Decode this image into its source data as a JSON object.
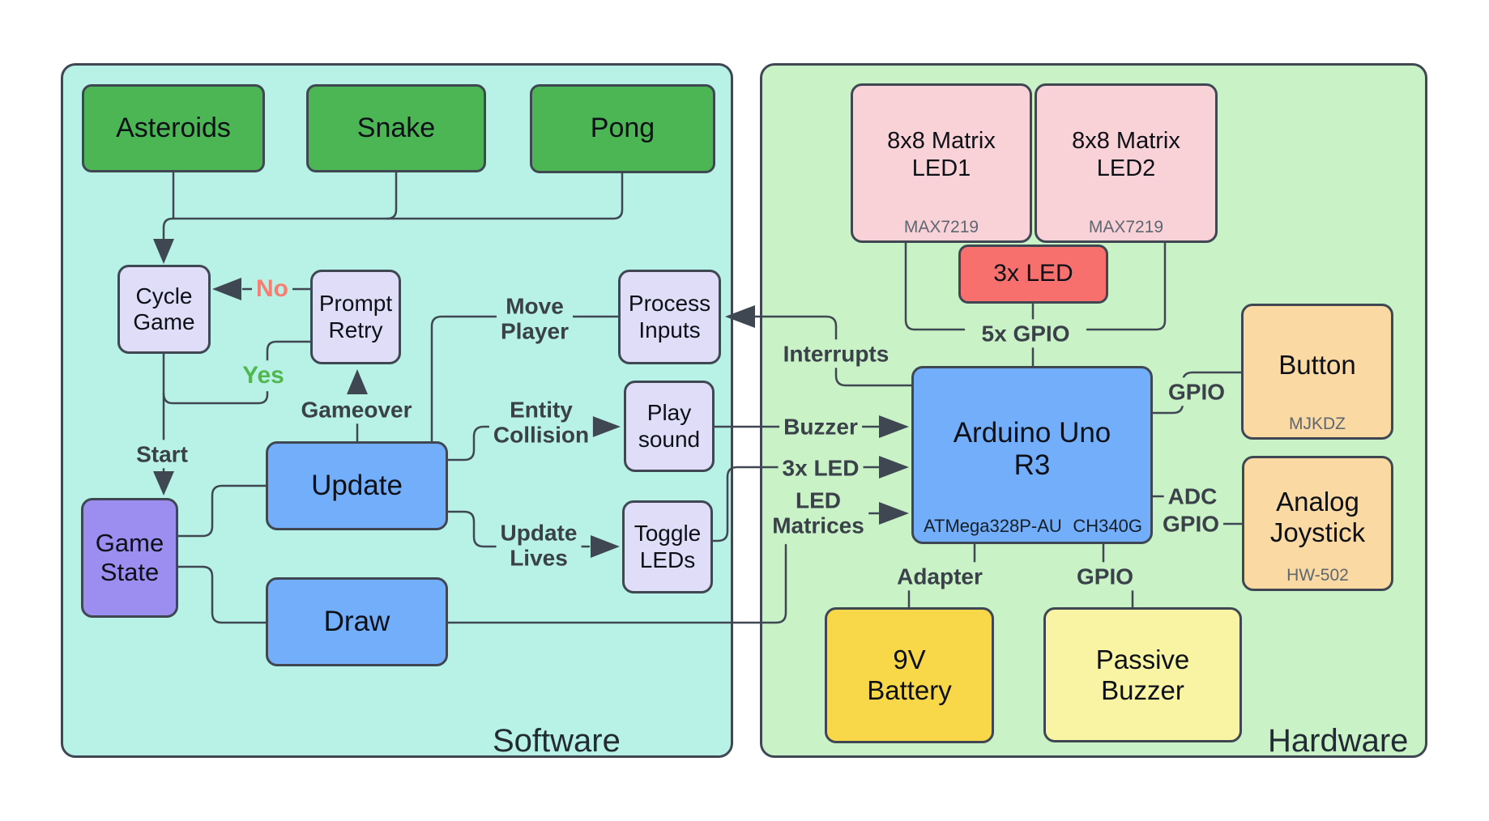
{
  "software": {
    "title": "Software",
    "asteroids": "Asteroids",
    "snake": "Snake",
    "pong": "Pong",
    "cycle_game1": "Cycle",
    "cycle_game2": "Game",
    "prompt_retry1": "Prompt",
    "prompt_retry2": "Retry",
    "game_state1": "Game",
    "game_state2": "State",
    "update": "Update",
    "draw": "Draw",
    "process_inputs1": "Process",
    "process_inputs2": "Inputs",
    "play_sound1": "Play",
    "play_sound2": "sound",
    "toggle_leds1": "Toggle",
    "toggle_leds2": "LEDs",
    "lbl_no": "No",
    "lbl_yes": "Yes",
    "lbl_start": "Start",
    "lbl_gameover": "Gameover",
    "lbl_move1": "Move",
    "lbl_move2": "Player",
    "lbl_entity1": "Entity",
    "lbl_entity2": "Collision",
    "lbl_lives1": "Update",
    "lbl_lives2": "Lives"
  },
  "hardware": {
    "title": "Hardware",
    "matrix1_line1": "8x8 Matrix",
    "matrix1_line2": "LED1",
    "matrix1_sub": "MAX7219",
    "matrix2_line1": "8x8 Matrix",
    "matrix2_line2": "LED2",
    "matrix2_sub": "MAX7219",
    "led3x": "3x LED",
    "arduino1": "Arduino Uno",
    "arduino2": "R3",
    "arduino_chip1": "ATMega328P-AU",
    "arduino_chip2": "CH340G",
    "button": "Button",
    "button_sub": "MJKDZ",
    "joystick1": "Analog",
    "joystick2": "Joystick",
    "joystick_sub": "HW-502",
    "battery1": "9V",
    "battery2": "Battery",
    "pbuzzer1": "Passive",
    "pbuzzer2": "Buzzer",
    "lbl_gpio5": "5x GPIO",
    "lbl_interrupts": "Interrupts",
    "lbl_buzzer": "Buzzer",
    "lbl_3xled": "3x LED",
    "lbl_led": "LED",
    "lbl_matrices": "Matrices",
    "lbl_gpio_button": "GPIO",
    "lbl_adc": "ADC",
    "lbl_gpio_joystick": "GPIO",
    "lbl_adapter": "Adapter",
    "lbl_gpio_pbuzzer": "GPIO"
  },
  "colors": {
    "software_bg": "#b8f2e6",
    "hardware_bg": "#c9f2c7",
    "node_green": "#4cb554",
    "node_blue": "#72aefa",
    "node_purple": "#9c8df1",
    "node_lavender": "#dfddf8",
    "node_pink": "#f9d2d8",
    "node_red": "#f7706e",
    "node_tan": "#fbd9a3",
    "node_gold": "#f8d748",
    "node_paleyellow": "#f9f3a4",
    "line": "#3f4753",
    "label_no": "#f87e74",
    "label_yes": "#50b84f"
  }
}
